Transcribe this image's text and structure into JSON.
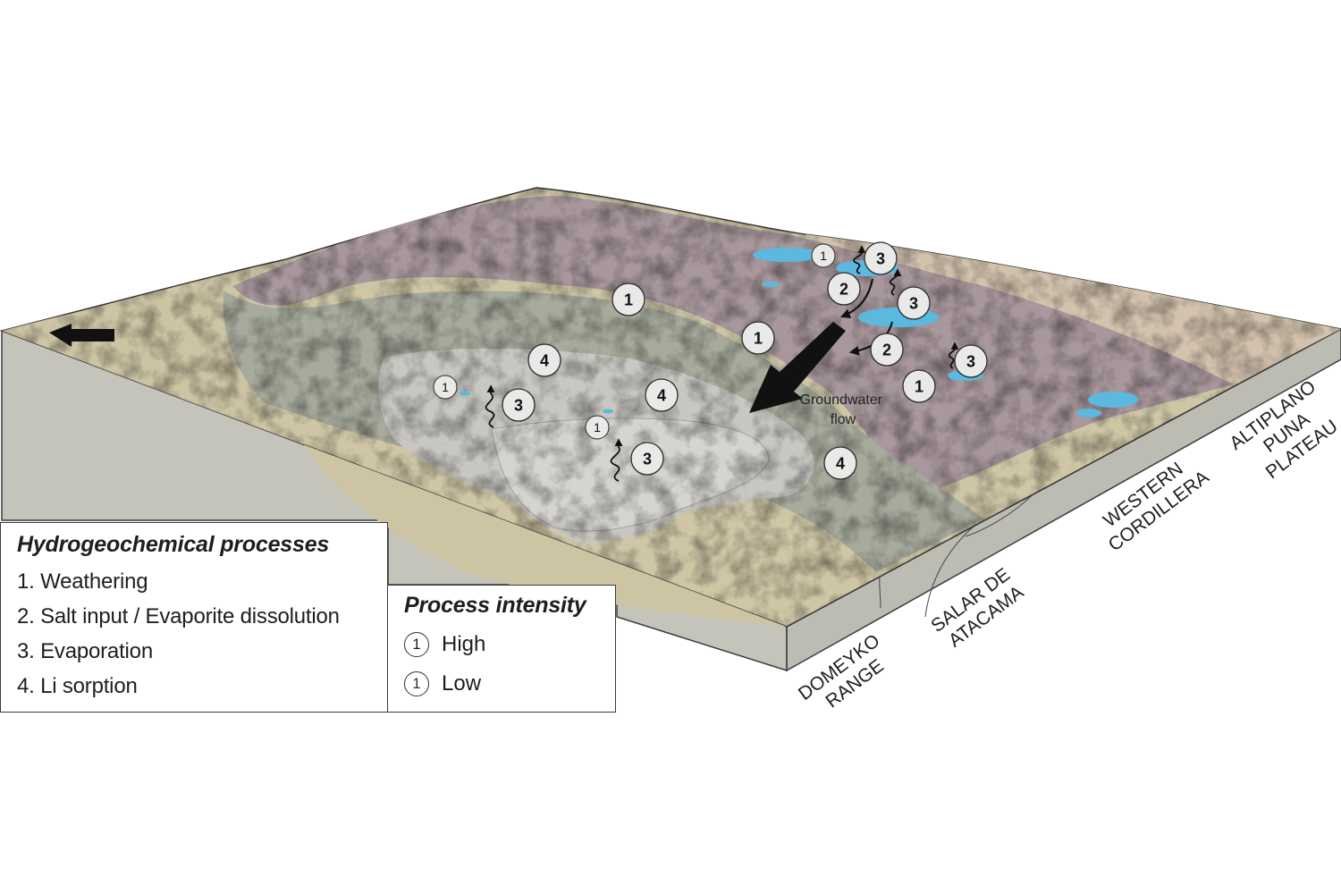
{
  "markers": [
    {
      "label": "1",
      "intensity": "low"
    },
    {
      "label": "3",
      "intensity": "high"
    },
    {
      "label": "2",
      "intensity": "high"
    },
    {
      "label": "3",
      "intensity": "high"
    },
    {
      "label": "1",
      "intensity": "high"
    },
    {
      "label": "1",
      "intensity": "high"
    },
    {
      "label": "2",
      "intensity": "high"
    },
    {
      "label": "3",
      "intensity": "high"
    },
    {
      "label": "1",
      "intensity": "high"
    },
    {
      "label": "4",
      "intensity": "high"
    },
    {
      "label": "4",
      "intensity": "high"
    },
    {
      "label": "1",
      "intensity": "low"
    },
    {
      "label": "3",
      "intensity": "high"
    },
    {
      "label": "1",
      "intensity": "low"
    },
    {
      "label": "3",
      "intensity": "high"
    },
    {
      "label": "4",
      "intensity": "high"
    }
  ],
  "flow_label": [
    "Groundwater",
    "flow"
  ],
  "region_labels": [
    {
      "lines": [
        "DOMEYKO",
        "RANGE"
      ]
    },
    {
      "lines": [
        "SALAR DE",
        "ATACAMA"
      ]
    },
    {
      "lines": [
        "WESTERN",
        "CORDILLERA"
      ]
    },
    {
      "lines": [
        "ALTIPLANO",
        "PUNA",
        "PLATEAU"
      ]
    }
  ],
  "legend_processes": {
    "title": "Hydrogeochemical processes",
    "items": [
      "1. Weathering",
      "2. Salt input / Evaporite dissolution",
      "3. Evaporation",
      "4. Li sorption"
    ]
  },
  "legend_intensity": {
    "title": "Process intensity",
    "high_label": "High",
    "low_label": "Low",
    "symbol": "1"
  },
  "colors": {
    "mountain": "#a8979c",
    "alluvial": "#a7ab9c",
    "salar": "#c9c7c2",
    "salar_core": "#d6d4d0",
    "desert": "#cfc6a6",
    "lagoon": "#5bb9e0",
    "block_side": "#c4c4bb"
  }
}
